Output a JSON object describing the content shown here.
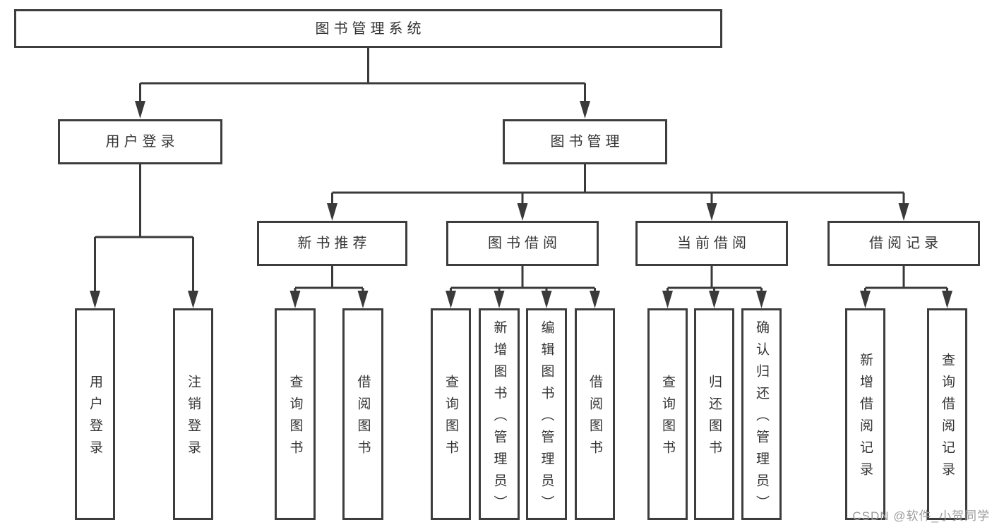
{
  "colors": {
    "line": "#3a3a3a",
    "box_border": "#3d3d3d",
    "box_fill": "#ffffff",
    "text": "#333333",
    "watermark_text": "#9b9b9b"
  },
  "nodes": {
    "root": "图书管理系统",
    "user_login": "用户登录",
    "book_mgmt": "图书管理",
    "new_book_rec": "新书推荐",
    "book_borrow": "图书借阅",
    "current_borrow": "当前借阅",
    "borrow_records": "借阅记录",
    "ul_login": "用户登录",
    "ul_logout": "注销登录",
    "nb_query": "查询图书",
    "nb_borrow": "借阅图书",
    "bb_query": "查询图书",
    "bb_add": "新增图书（管理员）",
    "bb_edit": "编辑图书（管理员）",
    "bb_borrow": "借阅图书",
    "cb_query": "查询图书",
    "cb_return": "归还图书",
    "cb_confirm": "确认归还（管理员）",
    "br_add": "新增借阅记录",
    "br_query": "查询借阅记录"
  },
  "watermark": "CSDN @软件_小贺同学"
}
